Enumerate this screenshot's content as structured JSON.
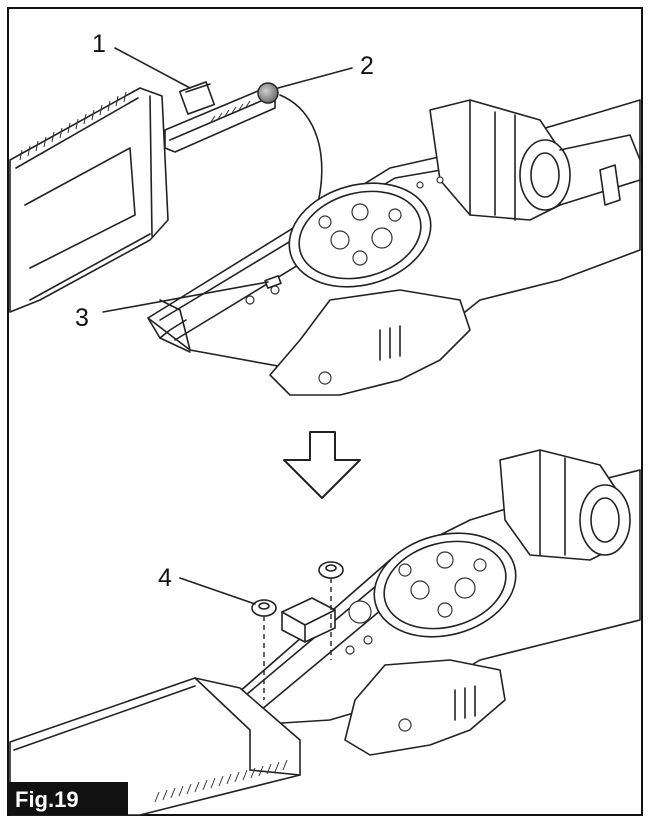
{
  "figure": {
    "label": "Fig.19",
    "callouts": [
      {
        "id": "1",
        "text": "1"
      },
      {
        "id": "2",
        "text": "2"
      },
      {
        "id": "3",
        "text": "3"
      },
      {
        "id": "4",
        "text": "4"
      }
    ],
    "colors": {
      "line": "#222222",
      "background": "#ffffff",
      "label_box": "#111111",
      "ball": "#8a8a8a"
    },
    "icons": [
      "curved-arrow",
      "down-arrow"
    ]
  }
}
